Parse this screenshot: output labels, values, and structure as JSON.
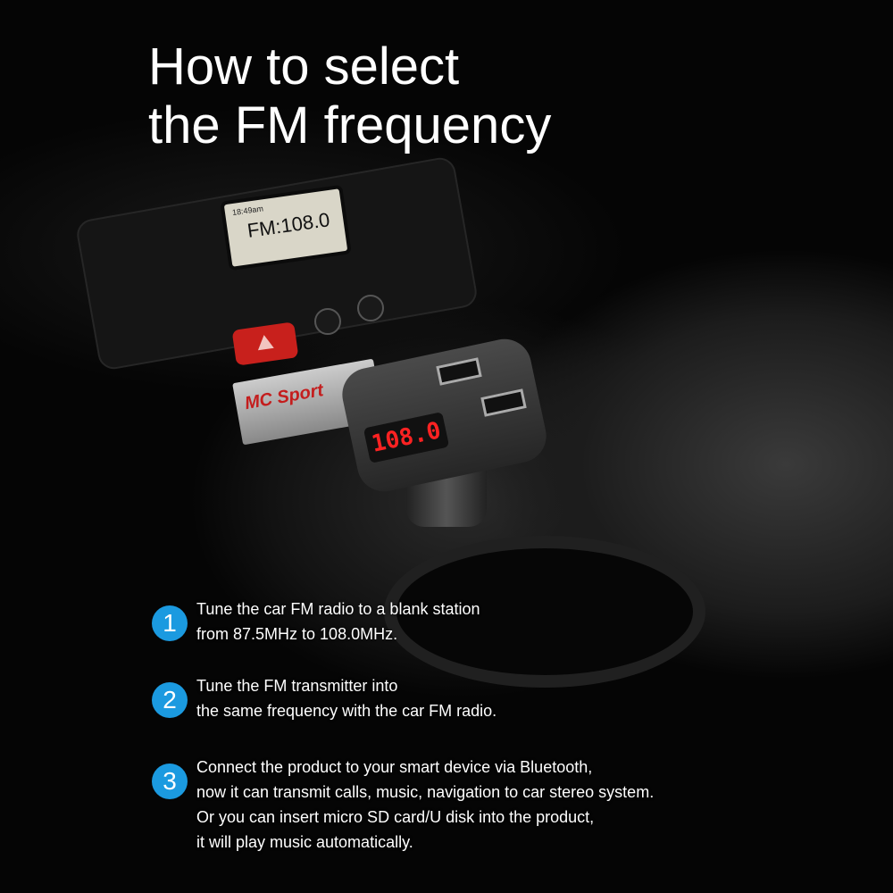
{
  "title": {
    "line1": "How to select",
    "line2": "the FM frequency"
  },
  "radio": {
    "time": "18:49am",
    "display": "FM:108.0"
  },
  "device": {
    "led_display": "108.0"
  },
  "badge": {
    "logo": "MC Sport"
  },
  "steps": [
    {
      "number": "1",
      "lines": [
        "Tune the car FM radio to a blank station",
        "from 87.5MHz to 108.0MHz."
      ]
    },
    {
      "number": "2",
      "lines": [
        "Tune the FM transmitter into",
        "the same frequency with the car FM radio."
      ]
    },
    {
      "number": "3",
      "lines": [
        "Connect the product to your smart device via Bluetooth,",
        "now it can transmit calls, music, navigation to car stereo system.",
        "Or you can insert micro SD card/U disk into the product,",
        "it will play music automatically."
      ]
    }
  ],
  "colors": {
    "accent": "#1b9ae0",
    "led": "#ff2222",
    "hazard": "#c8201c"
  }
}
